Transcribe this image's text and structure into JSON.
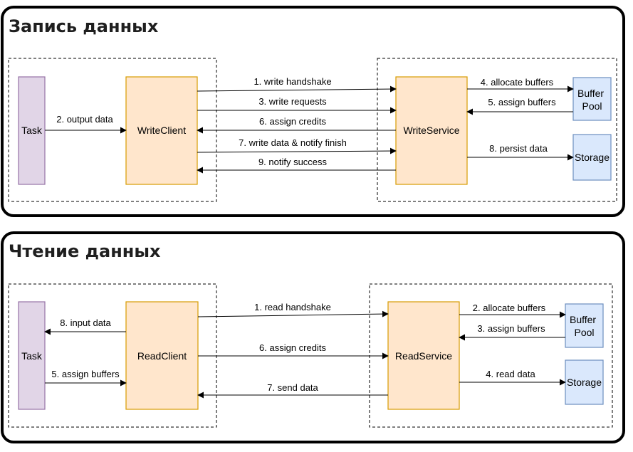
{
  "write_panel": {
    "title": "Запись данных",
    "nodes": {
      "task": "Task",
      "client": "WriteClient",
      "service": "WriteService",
      "buffer_line1": "Buffer",
      "buffer_line2": "Pool",
      "storage": "Storage"
    },
    "edges": {
      "output_data": "2. output data",
      "write_handshake": "1. write handshake",
      "write_requests": "3. write requests",
      "assign_credits": "6. assign credits",
      "write_data_notify": "7. write data & notify finish",
      "notify_success": "9. notify success",
      "allocate_buffers": "4. allocate buffers",
      "assign_buffers": "5. assign buffers",
      "persist_data": "8. persist data"
    }
  },
  "read_panel": {
    "title": "Чтение данных",
    "nodes": {
      "task": "Task",
      "client": "ReadClient",
      "service": "ReadService",
      "buffer_line1": "Buffer",
      "buffer_line2": "Pool",
      "storage": "Storage"
    },
    "edges": {
      "input_data": "8. input data",
      "assign_buffers_task": "5. assign buffers",
      "read_handshake": "1. read handshake",
      "assign_credits": "6. assign credits",
      "send_data": "7. send data",
      "allocate_buffers": "2. allocate buffers",
      "assign_buffers": "3. assign buffers",
      "read_data": "4. read data"
    }
  },
  "colors": {
    "task_fill": "#e1d5e7",
    "task_stroke": "#9673a6",
    "client_fill": "#ffe6cc",
    "client_stroke": "#d79b00",
    "store_fill": "#dae8fc",
    "store_stroke": "#6c8ebf"
  }
}
